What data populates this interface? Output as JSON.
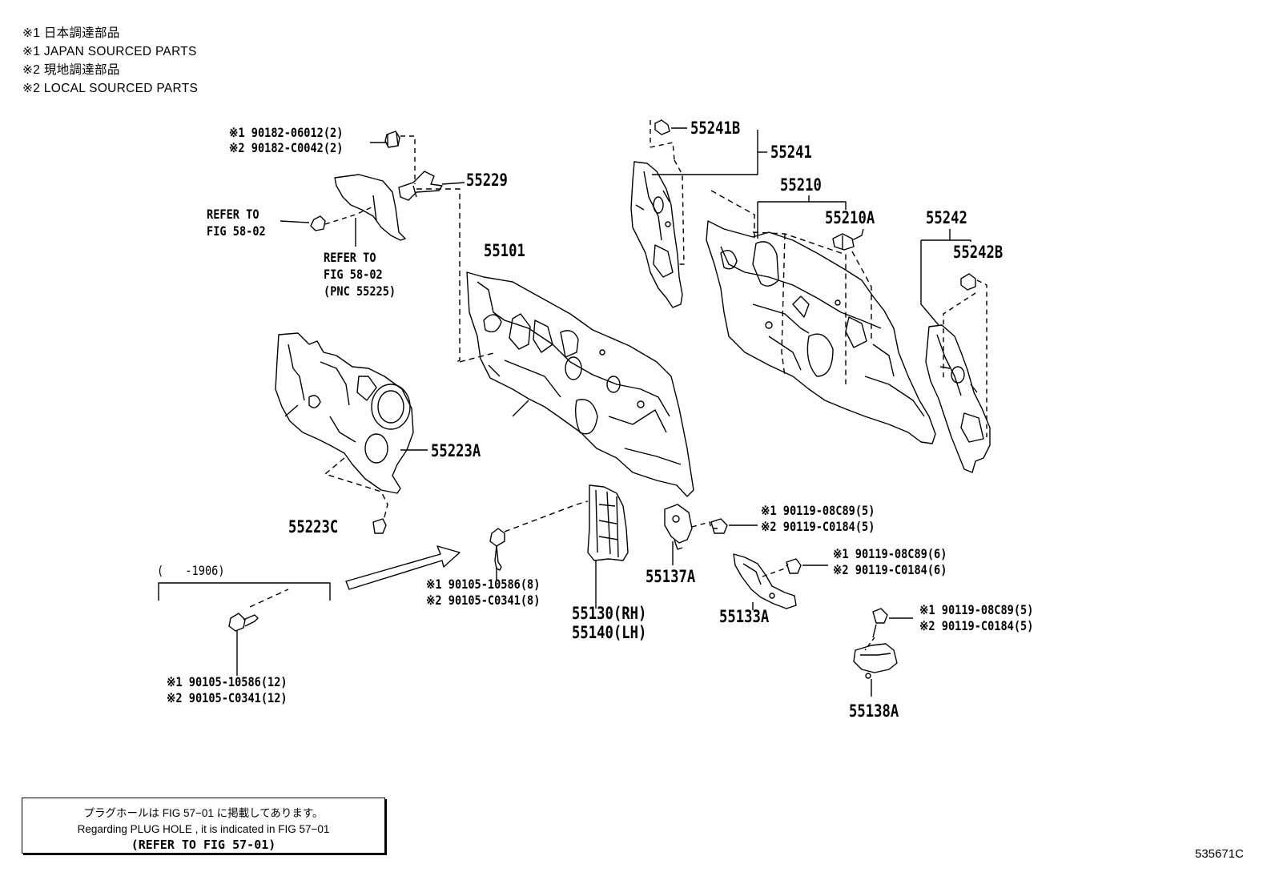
{
  "legend": [
    "※1 日本調達部品",
    "※1 JAPAN SOURCED PARTS",
    "※2 現地調達部品",
    "※2 LOCAL SOURCED PARTS"
  ],
  "labels": {
    "p55241b": "55241B",
    "p55241": "55241",
    "p55210": "55210",
    "p55210a": "55210A",
    "p55242": "55242",
    "p55242b": "55242B",
    "p55229": "55229",
    "p55101": "55101",
    "p55223a": "55223A",
    "p55223c": "55223C",
    "p55137a": "55137A",
    "p55133a": "55133A",
    "p55130": "55130(RH)",
    "p55140": "55140(LH)",
    "p55138a": "55138A",
    "bolt_top_1": "※1 90182-06012(2)",
    "bolt_top_2": "※2 90182-C0042(2)",
    "refer1_l1": "REFER TO",
    "refer1_l2": "FIG 58-02",
    "refer2_l1": "REFER TO",
    "refer2_l2": "FIG 58-02",
    "refer2_l3": "(PNC 55225)",
    "b10586_8_1": "※1 90105-10586(8)",
    "b10586_8_2": "※2 90105-C0341(8)",
    "b10586_12_1": "※1 90105-10586(12)",
    "b10586_12_2": "※2 90105-C0341(12)",
    "range": "(　　-1906)",
    "b137_1": "※1 90119-08C89(5)",
    "b137_2": "※2 90119-C0184(5)",
    "b133_1": "※1 90119-08C89(6)",
    "b133_2": "※2 90119-C0184(6)",
    "b138_1": "※1 90119-08C89(5)",
    "b138_2": "※2 90119-C0184(5)"
  },
  "note": {
    "line1": "プラグホールは FIG  57−01 に掲載してあります。",
    "line2": "Regarding  PLUG  HOLE , it is indicated in FIG  57−01",
    "line3": "(REFER TO FIG 57-01)"
  },
  "figure_id": "535671C"
}
